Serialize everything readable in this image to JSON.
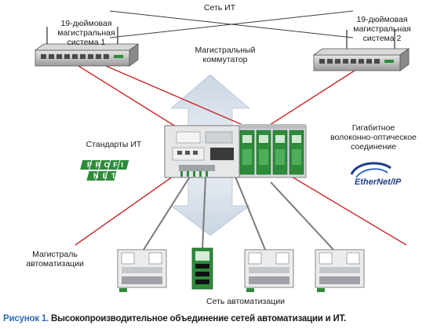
{
  "labels": {
    "it_network": "Сеть ИТ",
    "backbone_1": [
      "19-дюймовая",
      "магистральная",
      "система 1"
    ],
    "backbone_2": [
      "19-дюймовая",
      "магистральная",
      "система 2"
    ],
    "backbone_switch": [
      "Магистральный",
      "коммутатор"
    ],
    "it_standards": "Стандарты ИТ",
    "gigabit_fiber": [
      "Гигабитное",
      "волоконно-оптическое",
      "соединение"
    ],
    "automation_backbone": [
      "Магистраль",
      "автоматизации"
    ],
    "automation_network": "Сеть автоматизации"
  },
  "logos": {
    "profinet": [
      "PROFI",
      "NET"
    ],
    "ethernet_ip": "EtherNet/IP"
  },
  "caption": {
    "number": "Рисунок 1.",
    "text": " Высокопроизводительное объединение сетей автоматизации и ИТ."
  },
  "colors": {
    "red_link": "#c8282a",
    "gray_link": "#7a7a7a",
    "arrow": "#d9e2ec",
    "module_green": "#2e8b3a",
    "caption_number": "#2a6db5"
  }
}
